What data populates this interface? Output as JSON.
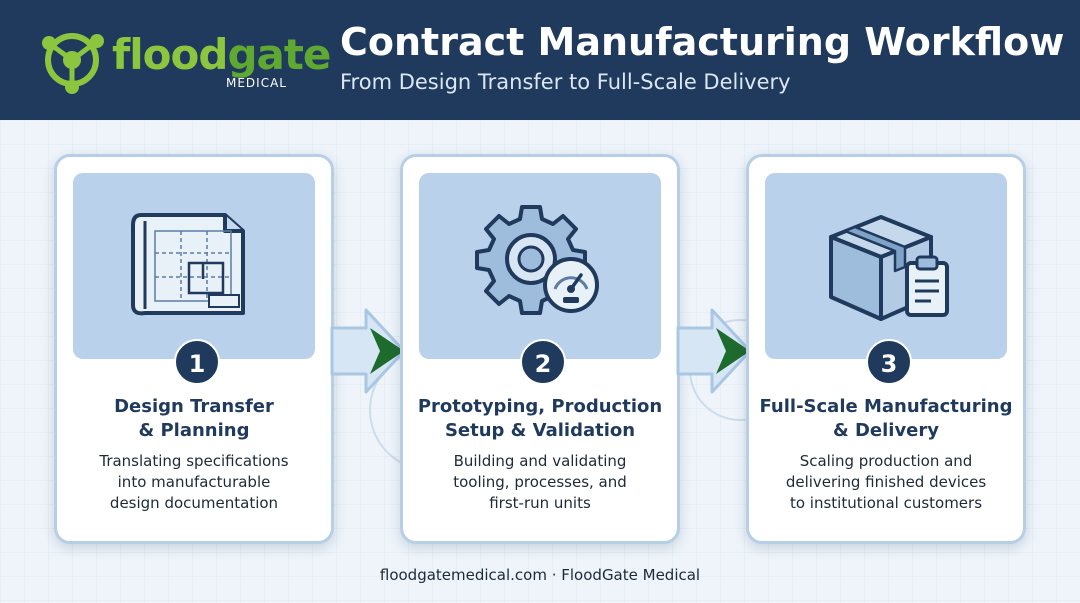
{
  "header": {
    "logo_primary": "flood",
    "logo_secondary": "gate",
    "logo_sub": "MEDICAL",
    "title": "Contract Manufacturing Workflow",
    "subtitle": "From Design Transfer to Full-Scale Delivery"
  },
  "steps": [
    {
      "number": "1",
      "title": "Design Transfer\n& Planning",
      "description": "Translating specifications\ninto manufacturable\ndesign documentation",
      "icon": "blueprint-icon"
    },
    {
      "number": "2",
      "title": "Prototyping, Production\nSetup & Validation",
      "description": "Building and validating\ntooling, processes, and\nfirst-run units",
      "icon": "gear-gauge-icon"
    },
    {
      "number": "3",
      "title": "Full-Scale Manufacturing\n& Delivery",
      "description": "Scaling production and\ndelivering finished devices\nto institutional customers",
      "icon": "box-clipboard-icon"
    }
  ],
  "footer": "floodgatemedical.com · FloodGate Medical",
  "colors": {
    "header_bg": "#1f3a5c",
    "logo_green": "#8cc63f",
    "arrow_green": "#1e6b2e",
    "card_top": "#b9d1ea",
    "page_bg": "#eef4fa"
  }
}
